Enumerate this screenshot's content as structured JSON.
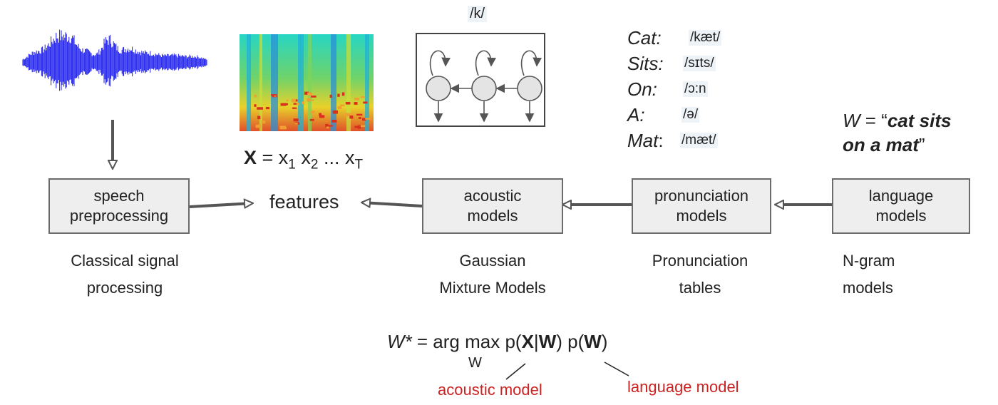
{
  "boxes": {
    "speech": "speech\npreprocessing",
    "acoustic": "acoustic\nmodels",
    "pronunciation": "pronunciation\nmodels",
    "language": "language\nmodels"
  },
  "features_label": "features",
  "captions": {
    "speech": "Classical signal\nprocessing",
    "acoustic": "Gaussian\nMixture Models",
    "pronunciation": "Pronunciation\ntables",
    "language": "N-gram\nmodels"
  },
  "features_eq": {
    "X": "X",
    "equals": " = x",
    "s1": "1",
    "x2": " x",
    "s2": "2",
    "dots": " ... x",
    "sT": "T"
  },
  "hmm_label": "/k/",
  "lexicon": [
    {
      "word": "Cat:",
      "ipa": "/kæt/"
    },
    {
      "word": "Sits:",
      "ipa": "/sɪts/"
    },
    {
      "word": "On:",
      "ipa": "/ɔ:n"
    },
    {
      "word": "A:",
      "ipa": "/ə/"
    },
    {
      "word": "Mat",
      "colon": ":",
      "ipa": "/mæt/"
    }
  ],
  "sentence": {
    "w": "W",
    "eq": " = “",
    "text1": "cat sits",
    "text2": "on a mat",
    "close": "”"
  },
  "equation": {
    "wstar": "W*",
    "rest1": " = arg max p(",
    "X": "X",
    "bar": "|",
    "W1": "W",
    "rest2": ") p(",
    "W2": "W",
    "rest3": ")",
    "sub_w": "W"
  },
  "equation_labels": {
    "acoustic": "acoustic model",
    "language": "language model"
  },
  "colors": {
    "waveform": "#1a1aee",
    "box_fill": "#eeeeee",
    "box_border": "#6b6b6b",
    "arrow": "#555555",
    "annotation": "#cc2222",
    "ipa_highlight": "#eef3f8"
  },
  "icons": {
    "waveform": "speech-waveform",
    "spectrogram": "spectrogram-image",
    "hmm": "hmm-state-diagram"
  }
}
